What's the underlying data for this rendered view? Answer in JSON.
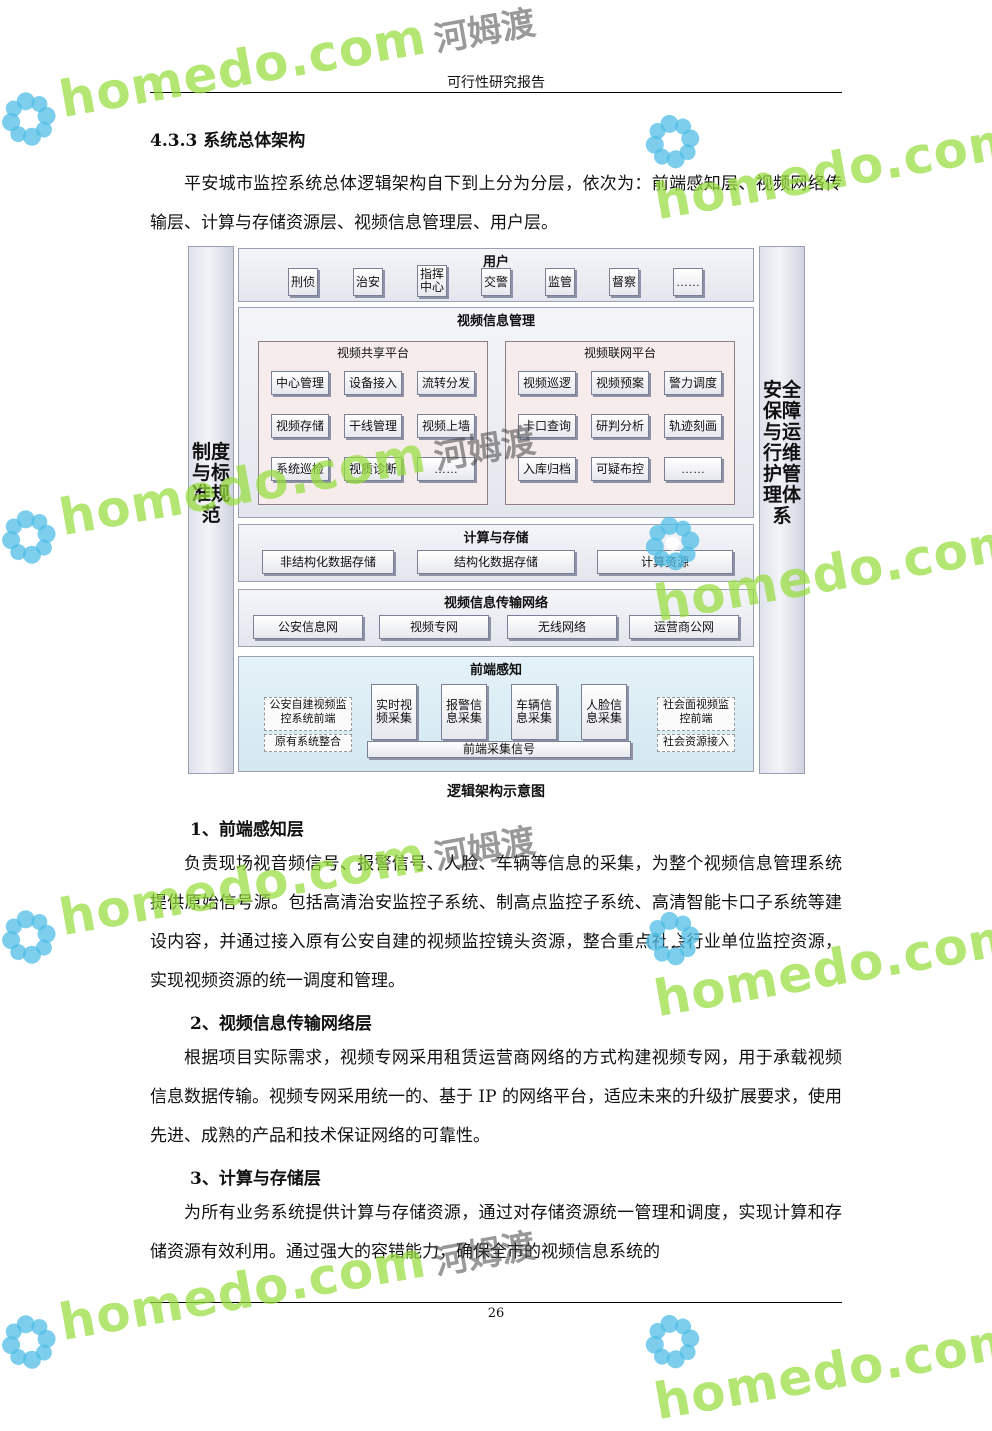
{
  "header": {
    "title": "可行性研究报告"
  },
  "section": {
    "title": "4.3.3  系统总体架构"
  },
  "intro": "平安城市监控系统总体逻辑架构自下到上分为分层，依次为：前端感知层、视频网络传输层、计算与存储资源层、视频信息管理层、用户层。",
  "diagram": {
    "left_label": "制度与标准规范",
    "right_label": "安全保障与运行维护管理体系",
    "users": {
      "title": "用户",
      "items": [
        "刑侦",
        "治安",
        "指挥中心",
        "交警",
        "监管",
        "督察",
        "……"
      ]
    },
    "video_mgmt": {
      "title": "视频信息管理",
      "share": {
        "title": "视频共享平台",
        "items": [
          "中心管理",
          "设备接入",
          "流转分发",
          "视频存储",
          "干线管理",
          "视频上墙",
          "系统巡检",
          "视质诊断",
          "……"
        ]
      },
      "network": {
        "title": "视频联网平台",
        "items": [
          "视频巡逻",
          "视频预案",
          "警力调度",
          "卡口查询",
          "研判分析",
          "轨迹刻画",
          "入库归档",
          "可疑布控",
          "……"
        ]
      }
    },
    "compute": {
      "title": "计算与存储",
      "items": [
        "非结构化数据存储",
        "结构化数据存储",
        "计算资源"
      ]
    },
    "transport": {
      "title": "视频信息传输网络",
      "items": [
        "公安信息网",
        "视频专网",
        "无线网络",
        "运营商公网"
      ]
    },
    "frontend": {
      "title": "前端感知",
      "left_box": "公安自建视频监控系统前端",
      "left_sub": "原有系统整合",
      "items": [
        "实时视频采集",
        "报警信息采集",
        "车辆信息采集",
        "人脸信息采集"
      ],
      "right_box": "社会面视频监控前端",
      "right_sub": "社会资源接入",
      "bar": "前端采集信号"
    }
  },
  "caption": "逻辑架构示意图",
  "sub1": {
    "title": "1、前端感知层",
    "text": "负责现场视音频信号、报警信号、人脸、车辆等信息的采集，为整个视频信息管理系统提供原始信号源。包括高清治安监控子系统、制高点监控子系统、高清智能卡口子系统等建设内容，并通过接入原有公安自建的视频监控镜头资源，整合重点社会行业单位监控资源，实现视频资源的统一调度和管理。"
  },
  "sub2": {
    "title": "2、视频信息传输网络层",
    "text": "根据项目实际需求，视频专网采用租赁运营商网络的方式构建视频专网，用于承载视频信息数据传输。视频专网采用统一的、基于 IP 的网络平台，适应未来的升级扩展要求，使用先进、成熟的产品和技术保证网络的可靠性。"
  },
  "sub3": {
    "title": "3、计算与存储层",
    "text": "为所有业务系统提供计算与存储资源，通过对存储资源统一管理和调度，实现计算和存储资源有效利用。通过强大的容错能力，确保全市的视频信息系统的"
  },
  "page_number": "26",
  "watermark": {
    "text": "homedo.com",
    "cn": "河姆渡"
  }
}
